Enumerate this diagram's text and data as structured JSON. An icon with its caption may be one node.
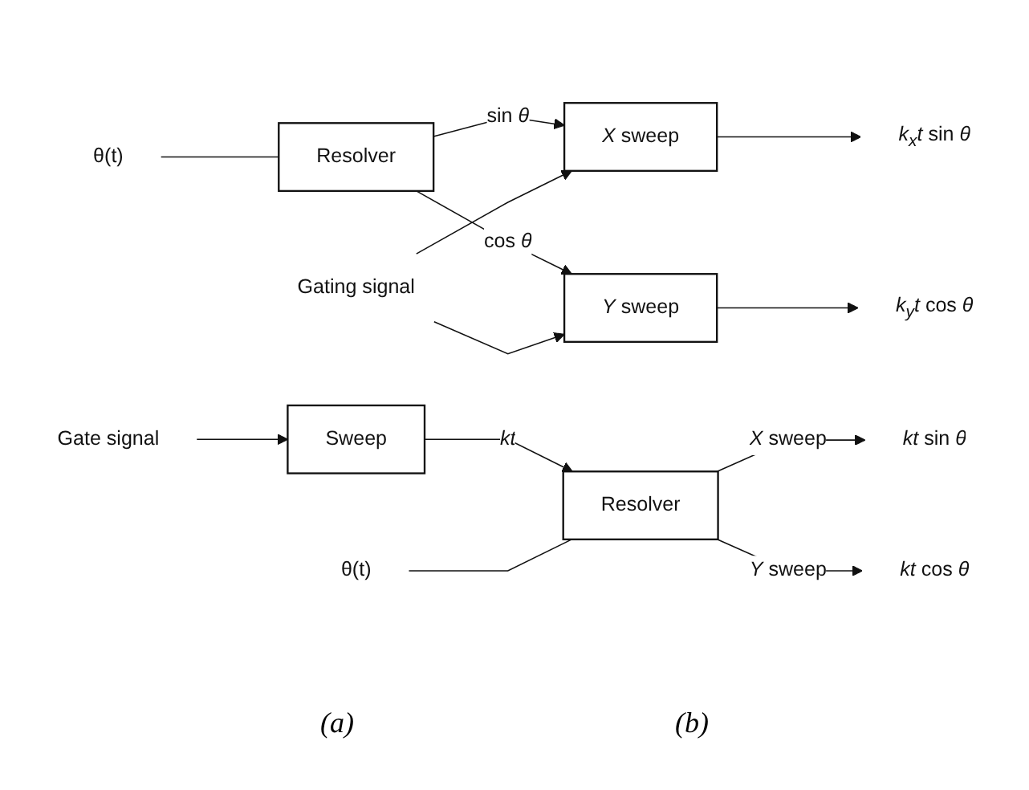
{
  "diagram": {
    "nodes": [
      {
        "text": [
          "θ(t)"
        ]
      },
      {
        "text": [
          "Resolver"
        ]
      },
      {
        "text": [
          "*X* sweep"
        ]
      },
      {
        "text": [
          "*k$_{x}$t* sin *θ*"
        ]
      },
      {
        "text": [
          "Gating signal"
        ]
      },
      {
        "text": [
          "*Y* sweep"
        ]
      },
      {
        "text": [
          "*k$_{y}$t* cos *θ*"
        ]
      },
      {
        "text": [
          "Gate signal"
        ]
      },
      {
        "text": [
          "Sweep"
        ]
      },
      {
        "text": [
          "Resolver"
        ]
      },
      {
        "text": [
          "*kt* sin *θ*"
        ]
      },
      {
        "text": [
          "*kt* cos *θ*"
        ]
      },
      {
        "text": [
          "θ(t)"
        ]
      }
    ],
    "edges": [
      {
        "from": 0,
        "to": 1,
        "arrow": "none"
      },
      {
        "from": 1,
        "to": 2,
        "arrow": "to",
        "label": "sin *θ*"
      },
      {
        "from": 1,
        "to": 5,
        "arrow": "to",
        "label": "cos *θ*"
      },
      {
        "from": 2,
        "to": 3,
        "arrow": "to"
      },
      {
        "from": 4,
        "to": 2,
        "arrow": "to"
      },
      {
        "from": 4,
        "to": 5,
        "arrow": "to"
      },
      {
        "from": 5,
        "to": 6,
        "arrow": "to"
      },
      {
        "from": 7,
        "to": 8,
        "arrow": "to"
      },
      {
        "from": 8,
        "to": 9,
        "arrow": "to",
        "label": "*kt*"
      },
      {
        "from": 9,
        "to": 10,
        "arrow": "to",
        "label": "*X* sweep"
      },
      {
        "from": 9,
        "to": 11,
        "arrow": "to",
        "label": "*Y* sweep"
      },
      {
        "from": 12,
        "to": 9,
        "arrow": "none"
      }
    ],
    "labels": [
      "(a)",
      "(b)"
    ]
  }
}
